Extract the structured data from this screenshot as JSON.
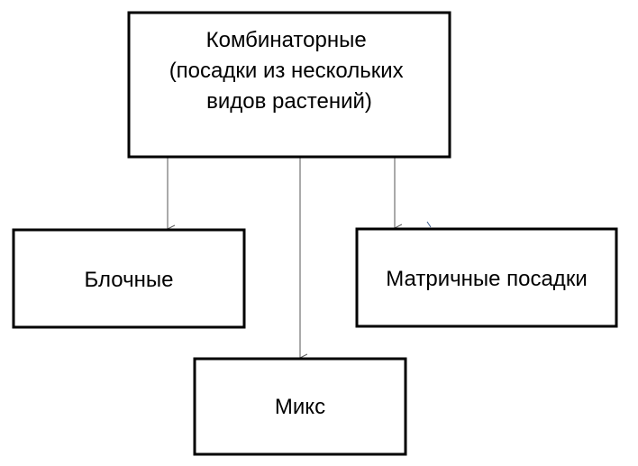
{
  "diagram": {
    "root": {
      "lines": [
        "Комбинаторные",
        "(посадки из нескольких",
        "видов растений)"
      ]
    },
    "children": {
      "block": {
        "label": "Блочные"
      },
      "matrix": {
        "label": "Матричные посадки"
      },
      "mix": {
        "label": "Микс"
      }
    }
  },
  "colors": {
    "border": "#000000",
    "connector": "#555555",
    "background": "#ffffff",
    "text": "#000000"
  }
}
